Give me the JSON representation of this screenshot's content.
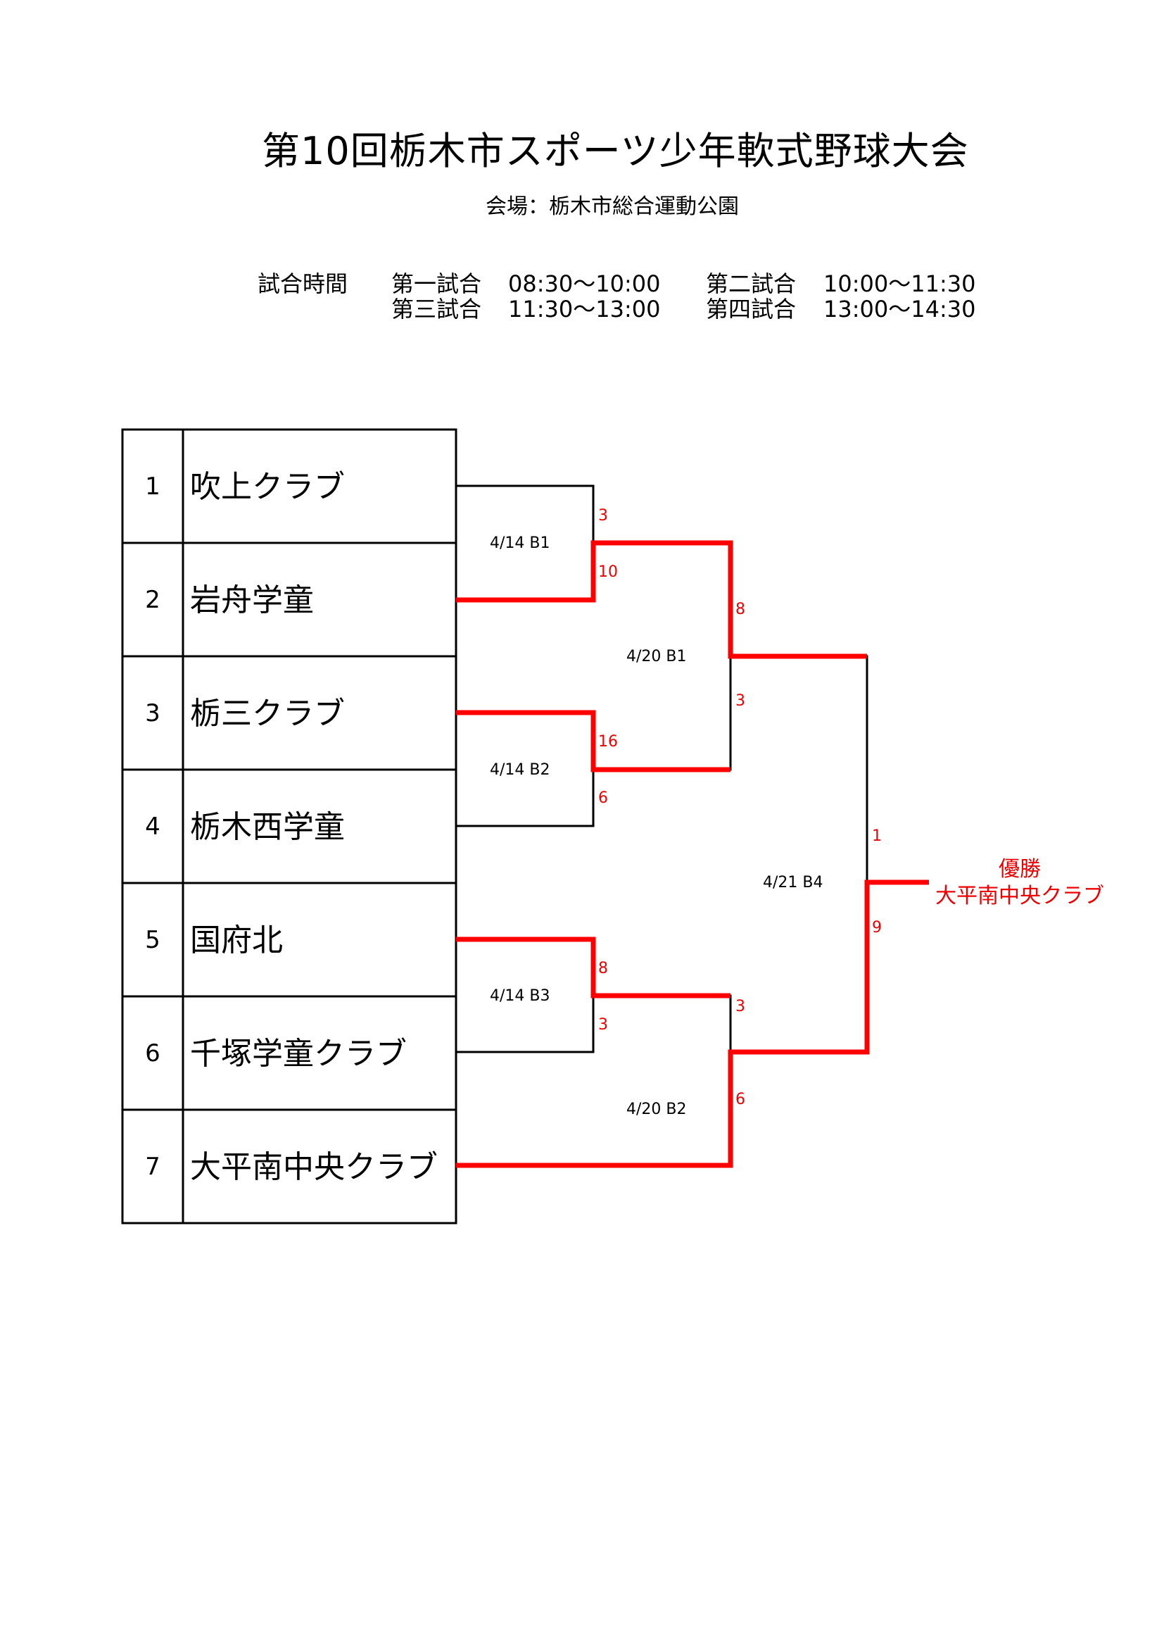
{
  "title": "第10回栃木市スポーツ少年軟式野球大会",
  "venue": "会場：栃木市総合運動公園",
  "schedule": {
    "label": "試合時間",
    "games": [
      {
        "name": "第一試合",
        "time": "08:30〜10:00"
      },
      {
        "name": "第二試合",
        "time": "10:00〜11:30"
      },
      {
        "name": "第三試合",
        "time": "11:30〜13:00"
      },
      {
        "name": "第四試合",
        "time": "13:00〜14:30"
      }
    ]
  },
  "teams": [
    {
      "no": "1",
      "name": "吹上クラブ"
    },
    {
      "no": "2",
      "name": "岩舟学童"
    },
    {
      "no": "3",
      "name": "栃三クラブ"
    },
    {
      "no": "4",
      "name": "栃木西学童"
    },
    {
      "no": "5",
      "name": "国府北"
    },
    {
      "no": "6",
      "name": "千塚学童クラブ"
    },
    {
      "no": "7",
      "name": "大平南中央クラブ"
    }
  ],
  "matches": [
    {
      "label": "4/14 B1",
      "score_top": "3",
      "score_bottom": "10"
    },
    {
      "label": "4/14 B2",
      "score_top": "16",
      "score_bottom": "6"
    },
    {
      "label": "4/14 B3",
      "score_top": "8",
      "score_bottom": "3"
    },
    {
      "label": "4/20 B1",
      "score_top": "8",
      "score_bottom": "3"
    },
    {
      "label": "4/20 B2",
      "score_top": "3",
      "score_bottom": "6"
    },
    {
      "label": "4/21 B4",
      "score_top": "1",
      "score_bottom": "9"
    }
  ],
  "champion": {
    "label": "優勝",
    "name": "大平南中央クラブ"
  },
  "colors": {
    "winner_line": "#ff0000",
    "line": "#000000"
  }
}
